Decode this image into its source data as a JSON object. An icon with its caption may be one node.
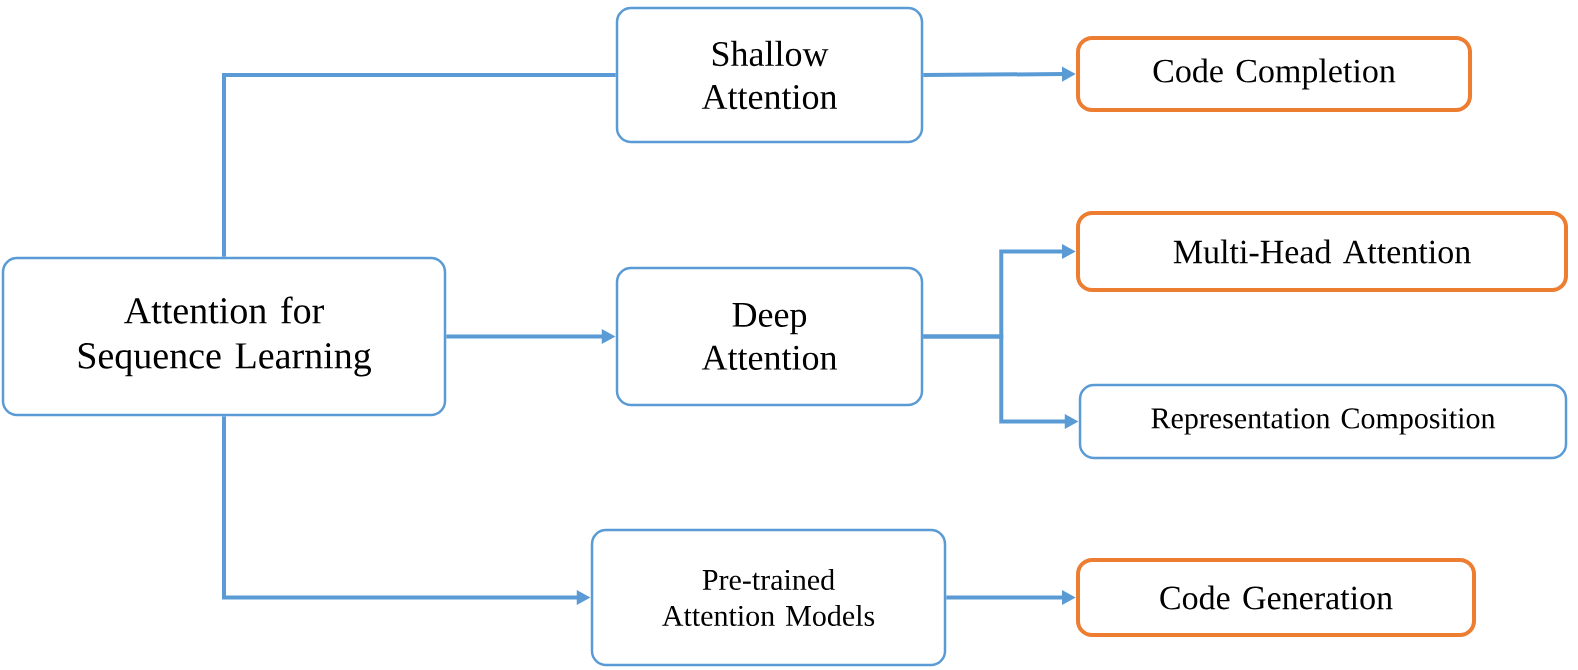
{
  "diagram": {
    "nodes": [
      {
        "text": [
          "Attention for Sequence Learning"
        ]
      },
      {
        "text": [
          "Shallow Attention"
        ]
      },
      {
        "text": [
          "Code Completion"
        ]
      },
      {
        "text": [
          "Deep Attention"
        ]
      },
      {
        "text": [
          "Multi-Head Attention"
        ]
      },
      {
        "text": [
          "Representation Composition"
        ]
      },
      {
        "text": [
          "Pre-trained Attention Models"
        ]
      },
      {
        "text": [
          "Code Generation"
        ]
      }
    ],
    "edges": [
      {
        "from": 0,
        "to": 1,
        "arrow": "none"
      },
      {
        "from": 1,
        "to": 2,
        "arrow": "to"
      },
      {
        "from": 0,
        "to": 3,
        "arrow": "to"
      },
      {
        "from": 3,
        "to": 4,
        "arrow": "to"
      },
      {
        "from": 3,
        "to": 5,
        "arrow": "to"
      },
      {
        "from": 0,
        "to": 6,
        "arrow": "to"
      },
      {
        "from": 6,
        "to": 7,
        "arrow": "to"
      }
    ]
  }
}
